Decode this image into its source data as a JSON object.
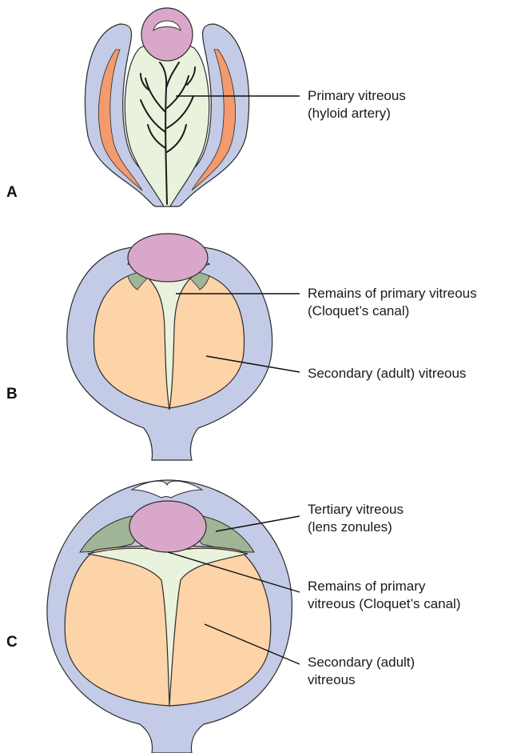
{
  "colors": {
    "optic_cup": "#c3cbe6",
    "lens": "#d9a7c9",
    "retina_layer": "#f39a6e",
    "primary_vitreous": "#e9f2dc",
    "secondary_vitreous": "#fdd3a8",
    "tertiary_vitreous": "#9fb596",
    "outline": "#2b2b2b"
  },
  "panels": [
    {
      "letter": "A",
      "labels": [
        {
          "line1": "Primary vitreous",
          "line2": "(hyloid artery)"
        }
      ]
    },
    {
      "letter": "B",
      "labels": [
        {
          "line1": "Remains of primary vitreous",
          "line2": "(Cloquet’s canal)"
        },
        {
          "line1": "Secondary (adult) vitreous",
          "line2": ""
        }
      ]
    },
    {
      "letter": "C",
      "labels": [
        {
          "line1": "Tertiary vitreous",
          "line2": "(lens zonules)"
        },
        {
          "line1": "Remains of primary",
          "line2": "vitreous (Cloquet’s canal)"
        },
        {
          "line1": "Secondary (adult)",
          "line2": "vitreous"
        }
      ]
    }
  ]
}
